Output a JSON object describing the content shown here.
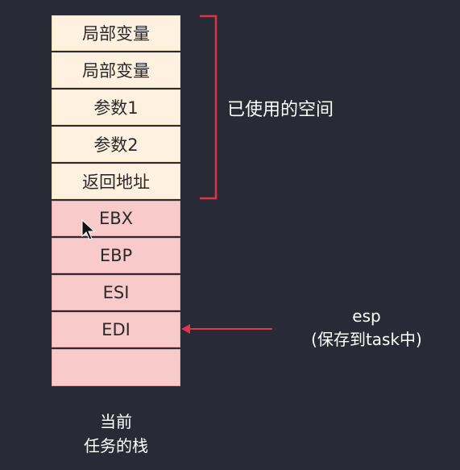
{
  "stack": {
    "used_cells": [
      "局部变量",
      "局部变量",
      "参数1",
      "参数2",
      "返回地址"
    ],
    "saved_cells": [
      "EBX",
      "EBP",
      "ESI",
      "EDI",
      ""
    ]
  },
  "used_space_label": "已使用的空间",
  "esp": {
    "line1": "esp",
    "line2": "(保存到task中)"
  },
  "caption": {
    "line1": "当前",
    "line2": "任务的栈"
  },
  "colors": {
    "background": "#282b35",
    "used_cell": "#fef1e0",
    "saved_cell": "#f8caca",
    "bracket": "#e0344a",
    "arrow": "#e0344a"
  }
}
